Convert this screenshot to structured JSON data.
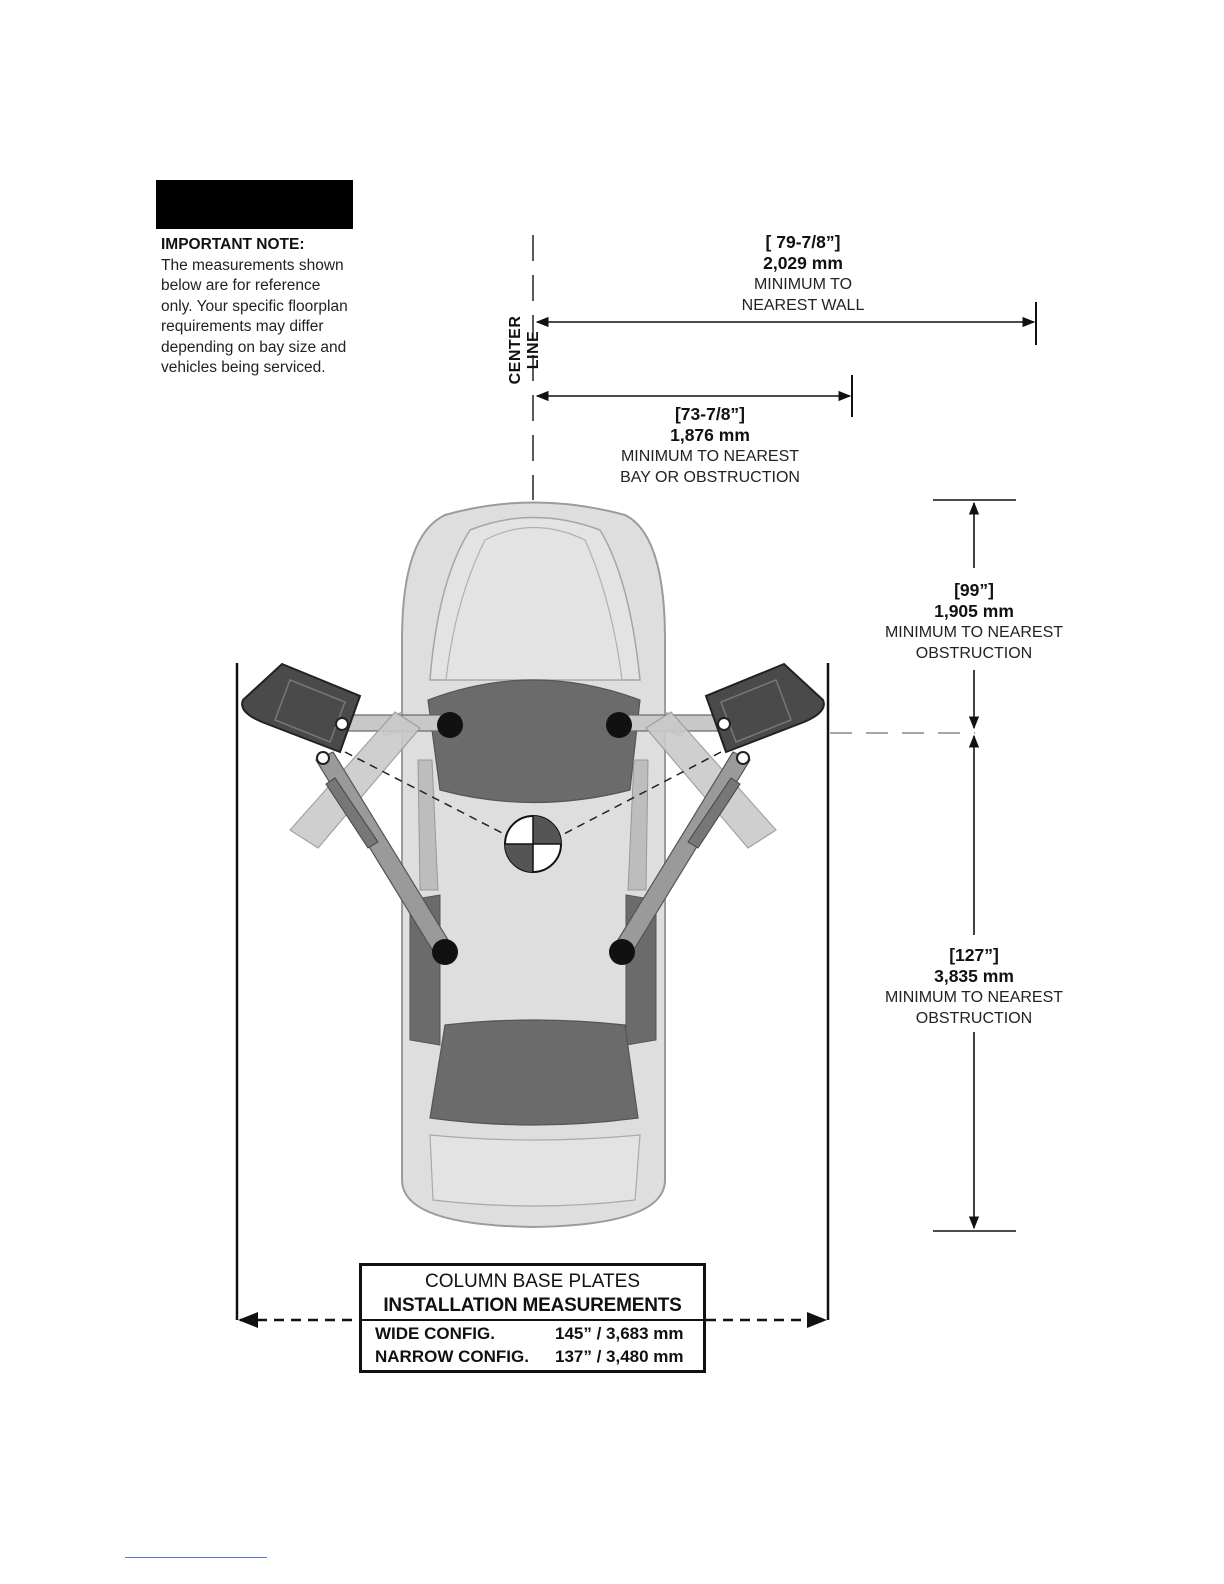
{
  "note": {
    "heading": "IMPORTANT NOTE:",
    "lines": [
      "The measurements shown",
      "below are for reference",
      "only. Your specific floorplan",
      "requirements may differ",
      "depending on bay size and",
      "vehicles being serviced."
    ]
  },
  "center_line_label": "CENTER LINE",
  "dimensions": {
    "wall": {
      "inches": "[ 79-7/8”]",
      "mm": "2,029 mm",
      "line1": "MINIMUM TO",
      "line2": "NEAREST WALL"
    },
    "bay": {
      "inches": "[73-7/8”]",
      "mm": "1,876 mm",
      "line1": "MINIMUM TO NEAREST",
      "line2": "BAY OR OBSTRUCTION"
    },
    "front": {
      "inches": "[99”]",
      "mm": "1,905 mm",
      "line1": "MINIMUM TO NEAREST",
      "line2": "OBSTRUCTION"
    },
    "rear": {
      "inches": "[127”]",
      "mm": "3,835 mm",
      "line1": "MINIMUM TO NEAREST",
      "line2": "OBSTRUCTION"
    }
  },
  "table": {
    "title1": "COLUMN BASE PLATES",
    "title2": "INSTALLATION MEASUREMENTS",
    "rows": [
      {
        "label": "WIDE CONFIG.",
        "value": "145” / 3,683 mm"
      },
      {
        "label": "NARROW CONFIG.",
        "value": "137” / 3,480 mm"
      }
    ]
  },
  "colors": {
    "ink": "#111111",
    "car_body": "#d9d9d9",
    "car_dark": "#6b6b6b",
    "arm": "#9a9a9a",
    "column": "#4a4a4a"
  }
}
